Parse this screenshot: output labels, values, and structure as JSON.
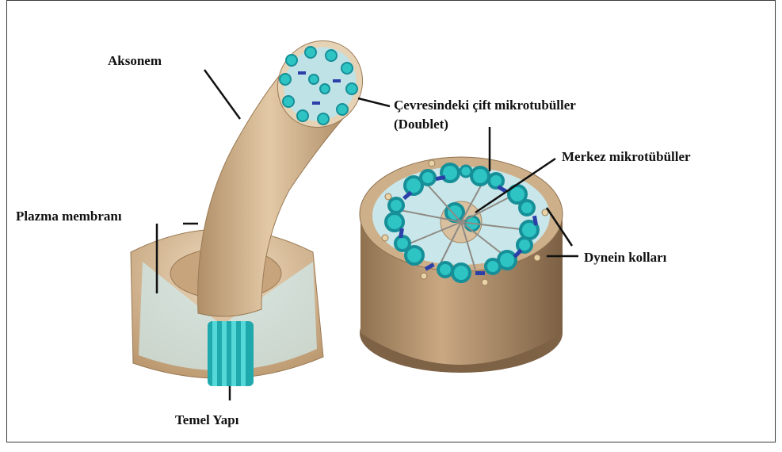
{
  "labels": {
    "aksonem": "Aksonem",
    "cevresindeki": "Çevresindeki çift mikrotubüller",
    "doublet": "(Doublet)",
    "merkez": "Merkez mikrotübüller",
    "plazma": "Plazma membranı",
    "dynein": "Dynein kolları",
    "temel": "Temel Yapı"
  },
  "colors": {
    "membrane": "#d8bc98",
    "membrane_dark": "#b89770",
    "microtubule": "#2ec4c4",
    "microtubule_dark": "#168f98",
    "dynein_arm": "#2a3fa8",
    "cross_section": "#c9e7ea"
  }
}
